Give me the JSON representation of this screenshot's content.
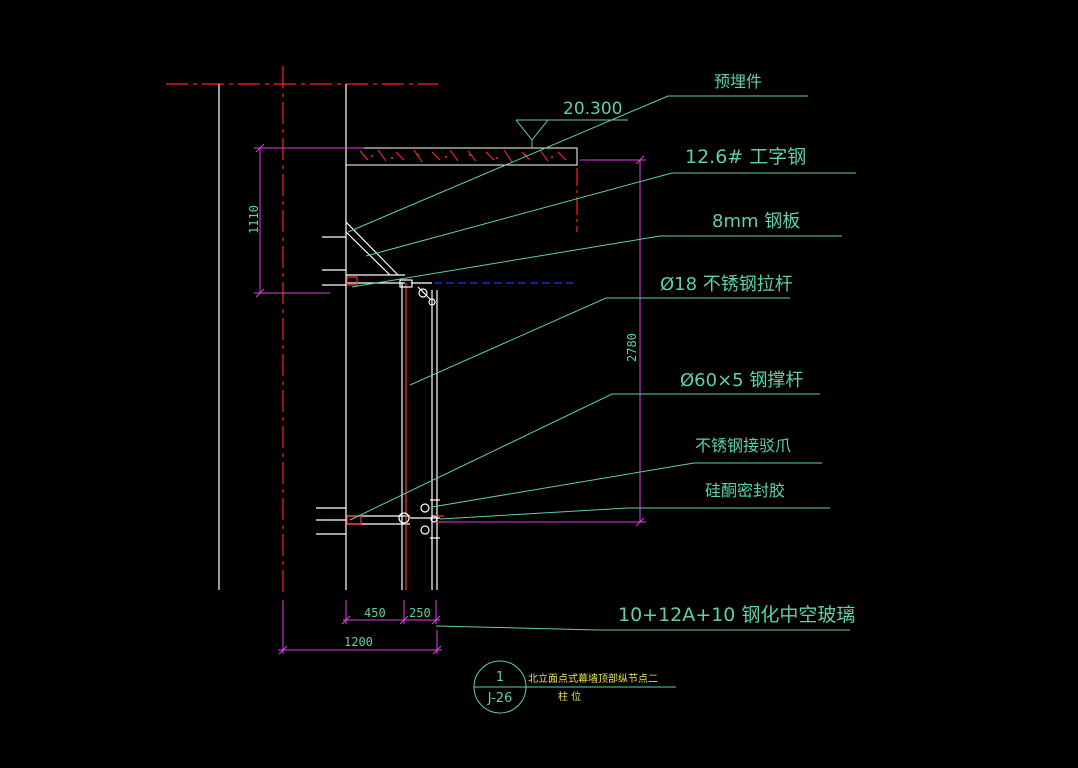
{
  "background": "#000000",
  "colors": {
    "leader": "#5fd0a8",
    "dim": "#e040e0",
    "structure": "#ffffff",
    "axis": "#ff2020",
    "hidden": "#2030ff",
    "text": "#5fd0a8",
    "title": "#e8e060"
  },
  "labels": {
    "embedded_part": "预埋件",
    "level_mark": "20.300",
    "i_beam": "12.6# 工字钢",
    "steel_plate": "8mm 钢板",
    "tie_rod": "Ø18 不锈钢拉杆",
    "brace": "Ø60×5 钢撑杆",
    "claw": "不锈钢接驳爪",
    "sealant": "硅酮密封胶",
    "glass": "10+12A+10 钢化中空玻璃"
  },
  "dimensions": {
    "dim_1110": "1110",
    "dim_2780": "2780",
    "dim_450": "450",
    "dim_250": "250",
    "dim_1200": "1200"
  },
  "title_block": {
    "number": "1",
    "sheet": "J-26",
    "title": "北立面点式幕墙顶部纵节点二",
    "subtitle": "柱 位"
  }
}
